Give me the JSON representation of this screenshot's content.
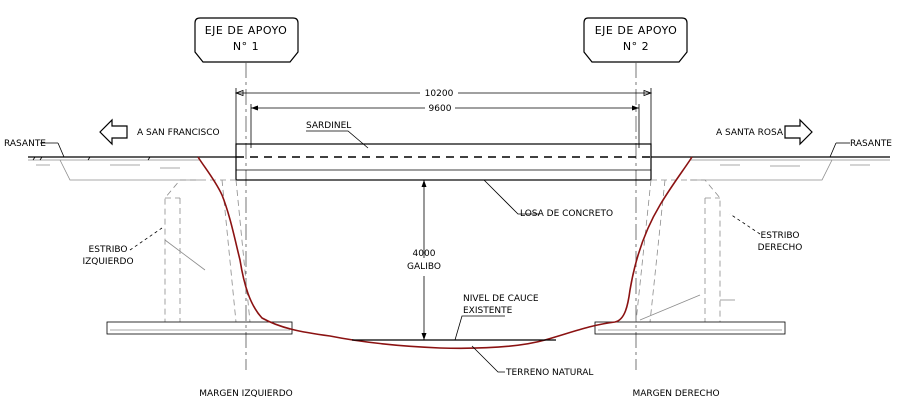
{
  "support_axes": [
    {
      "line1": "EJE DE APOYO",
      "line2": "N° 1"
    },
    {
      "line1": "EJE DE APOYO",
      "line2": "N° 2"
    }
  ],
  "dimensions": {
    "overall": "10200",
    "span": "9600",
    "clearance_value": "4000",
    "clearance_label": "GALIBO"
  },
  "labels": {
    "rasante_left": "RASANTE",
    "rasante_right": "RASANTE",
    "direction_left": "A SAN FRANCISCO",
    "direction_right": "A SANTA ROSA",
    "sardinel": "SARDINEL",
    "losa": "LOSA DE CONCRETO",
    "estribo_izq_1": "ESTRIBO",
    "estribo_izq_2": "IZQUIERDO",
    "estribo_der_1": "ESTRIBO",
    "estribo_der_2": "DERECHO",
    "nivel_cauce_1": "NIVEL DE CAUCE",
    "nivel_cauce_2": "EXISTENTE",
    "terreno": "TERRENO NATURAL",
    "margen_izq": "MARGEN IZQUIERDO",
    "margen_der": "MARGEN DERECHO"
  },
  "colors": {
    "terrain": "#8b1212",
    "hidden_lines": "#8c8c8c",
    "linework": "#000000"
  }
}
